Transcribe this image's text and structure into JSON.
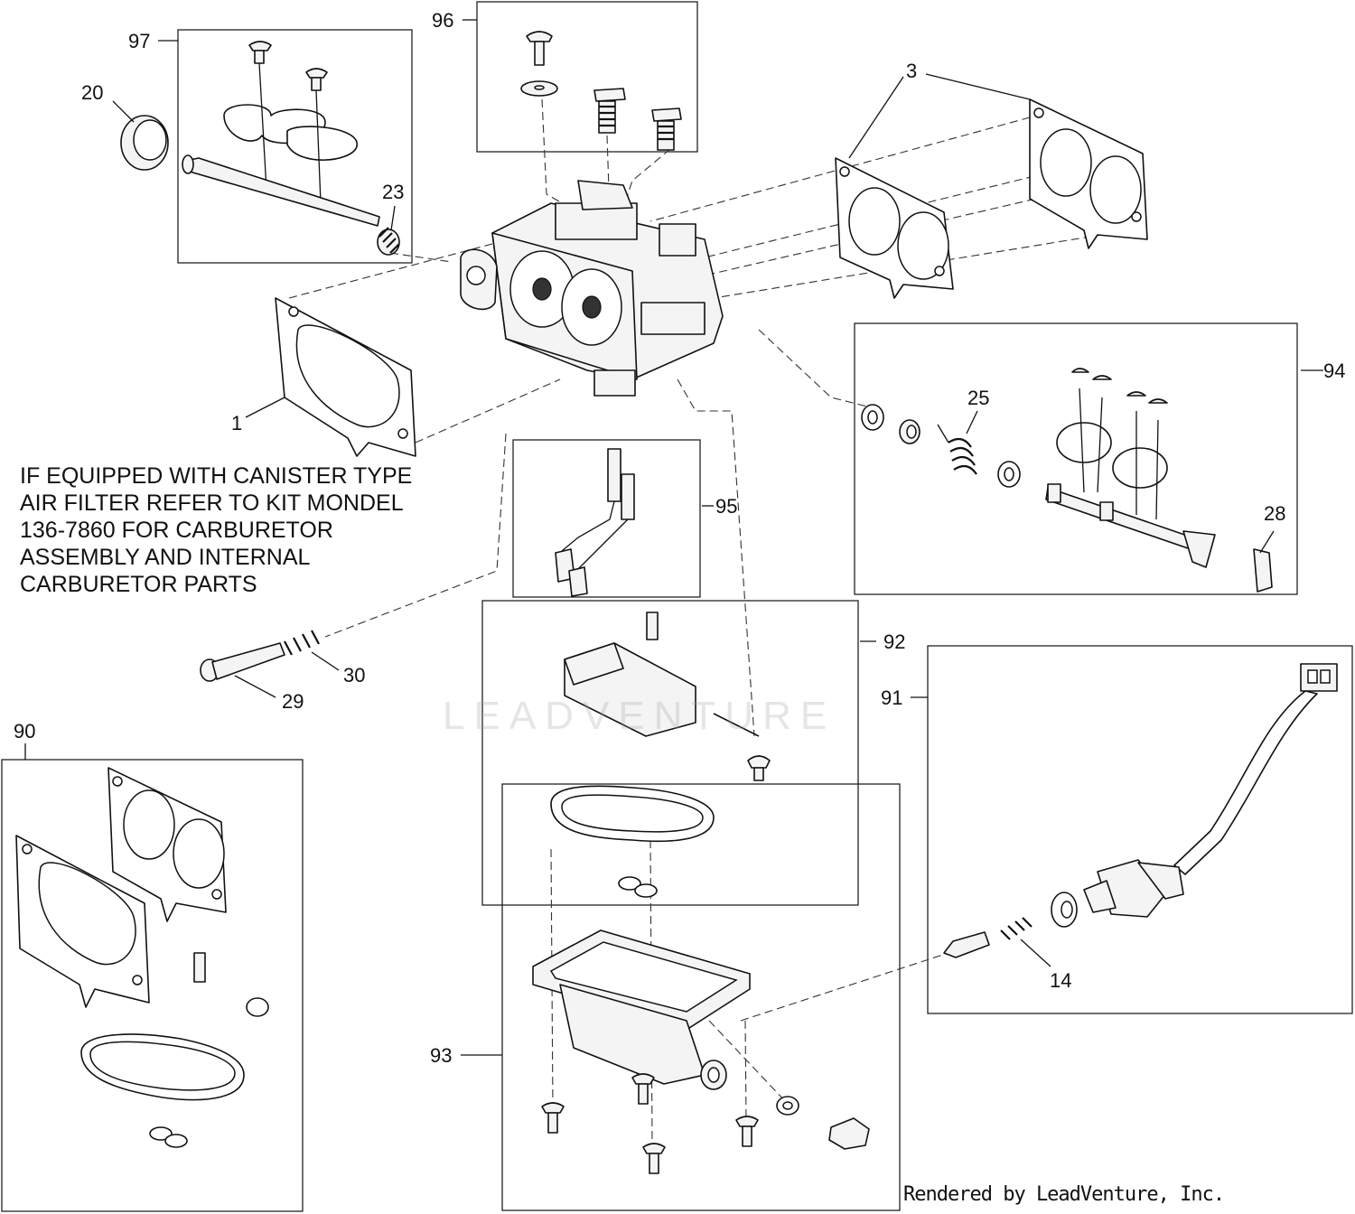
{
  "diagram": {
    "callouts": {
      "c97": "97",
      "c96": "96",
      "c3": "3",
      "c20": "20",
      "c23": "23",
      "c1": "1",
      "c94": "94",
      "c25": "25",
      "c28": "28",
      "c95": "95",
      "c92": "92",
      "c91": "91",
      "c30": "30",
      "c29": "29",
      "c90": "90",
      "c93": "93",
      "c14": "14"
    },
    "note": "IF EQUIPPED WITH  CANISTER TYPE\nAIR  FILTER REFER TO KIT MONDEL\n136-7860 FOR CARBURETOR\nASSEMBLY AND INTERNAL\nCARBURETOR PARTS",
    "credit": "Rendered by LeadVenture, Inc.",
    "watermark": "LEADVENTURE"
  },
  "colors": {
    "line": "#111111",
    "background": "#ffffff",
    "watermark": "#a0a0a0"
  }
}
